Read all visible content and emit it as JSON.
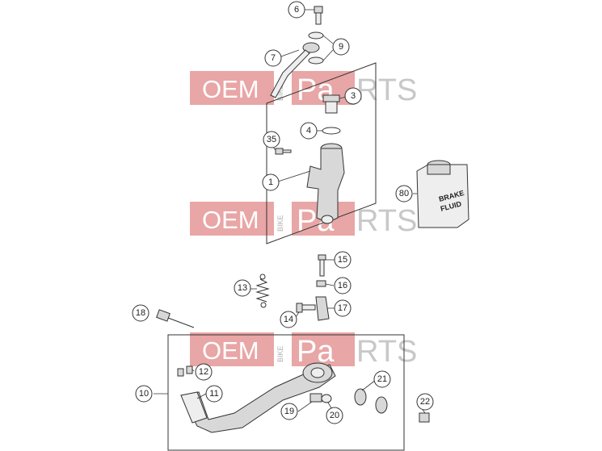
{
  "watermark": {
    "oem": "OEM",
    "bike": "BIKE",
    "pa": "Pa",
    "rts": "RTS"
  },
  "container": {
    "line1": "BRAKE",
    "line2": "FLUID"
  },
  "callouts": [
    {
      "id": "c6",
      "label": "6"
    },
    {
      "id": "c9",
      "label": "9"
    },
    {
      "id": "c7",
      "label": "7"
    },
    {
      "id": "c3",
      "label": "3"
    },
    {
      "id": "c4",
      "label": "4"
    },
    {
      "id": "c35",
      "label": "35"
    },
    {
      "id": "c1",
      "label": "1"
    },
    {
      "id": "c80",
      "label": "80"
    },
    {
      "id": "c15",
      "label": "15"
    },
    {
      "id": "c13",
      "label": "13"
    },
    {
      "id": "c16",
      "label": "16"
    },
    {
      "id": "c14",
      "label": "14"
    },
    {
      "id": "c17",
      "label": "17"
    },
    {
      "id": "c18",
      "label": "18"
    },
    {
      "id": "c12",
      "label": "12"
    },
    {
      "id": "c10",
      "label": "10"
    },
    {
      "id": "c11",
      "label": "11"
    },
    {
      "id": "c21",
      "label": "21"
    },
    {
      "id": "c22",
      "label": "22"
    },
    {
      "id": "c19",
      "label": "19"
    },
    {
      "id": "c20",
      "label": "20"
    }
  ]
}
